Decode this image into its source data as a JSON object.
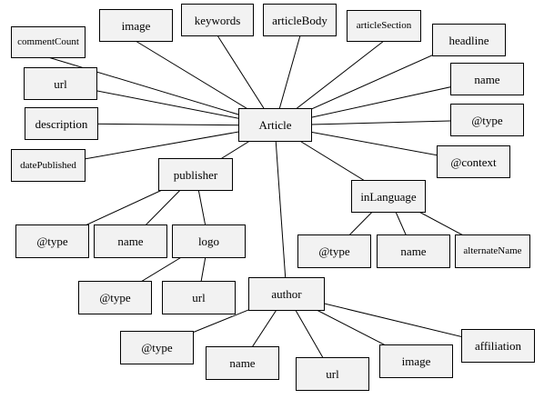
{
  "diagram": {
    "root": {
      "label": "Article"
    },
    "top_props": {
      "comment_count": "commentCount",
      "image": "image",
      "keywords": "keywords",
      "article_body": "articleBody",
      "article_section": "articleSection",
      "headline": "headline",
      "url": "url",
      "name": "name",
      "description": "description",
      "type": "@type",
      "context": "@context",
      "date_published": "datePublished"
    },
    "publisher": {
      "label": "publisher",
      "type": "@type",
      "name": "name",
      "logo": {
        "label": "logo",
        "type": "@type",
        "url": "url"
      }
    },
    "in_language": {
      "label": "inLanguage",
      "type": "@type",
      "name": "name",
      "alternate_name": "alternateName"
    },
    "author": {
      "label": "author",
      "type": "@type",
      "name": "name",
      "url": "url",
      "image": "image",
      "affiliation": "affiliation"
    }
  }
}
